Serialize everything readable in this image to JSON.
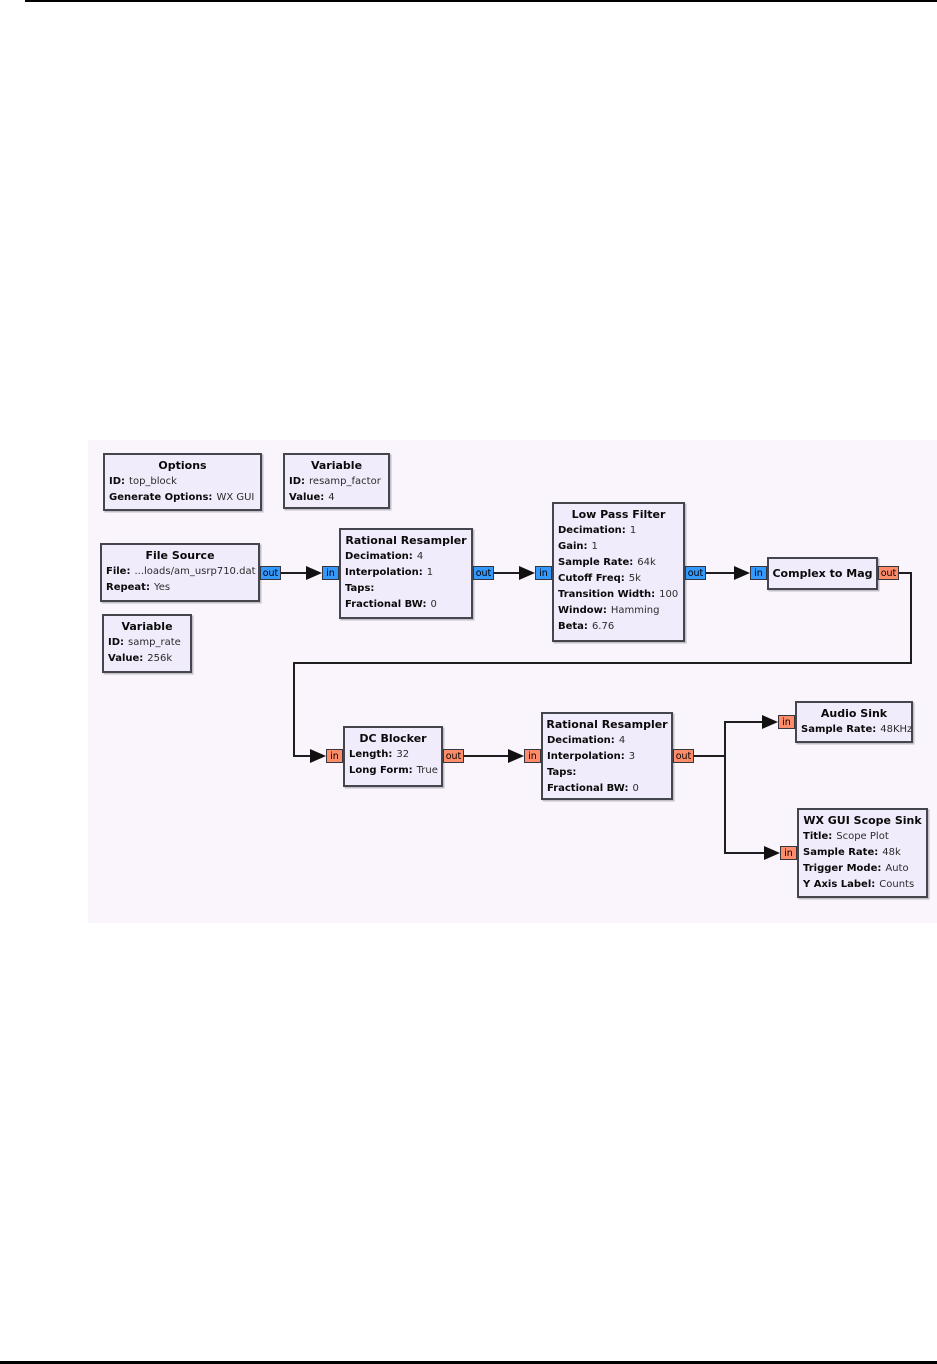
{
  "colors": {
    "canvas_bg": "#FAF4FC",
    "block_fill": "#F1ECFB",
    "block_border": "#45454E",
    "port_complex": "#3399FF",
    "port_float": "#FF8C69",
    "wire": "#1E1E1E"
  },
  "port_labels": {
    "in": "in",
    "out": "out"
  },
  "blocks": {
    "options": {
      "title": "Options",
      "params": [
        {
          "label": "ID:",
          "value": "top_block"
        },
        {
          "label": "Generate Options:",
          "value": "WX GUI"
        }
      ]
    },
    "variable_resamp_factor": {
      "title": "Variable",
      "params": [
        {
          "label": "ID:",
          "value": "resamp_factor"
        },
        {
          "label": "Value:",
          "value": "4"
        }
      ]
    },
    "file_source": {
      "title": "File Source",
      "params": [
        {
          "label": "File:",
          "value": "...loads/am_usrp710.dat"
        },
        {
          "label": "Repeat:",
          "value": "Yes"
        }
      ]
    },
    "variable_samp_rate": {
      "title": "Variable",
      "params": [
        {
          "label": "ID:",
          "value": "samp_rate"
        },
        {
          "label": "Value:",
          "value": "256k"
        }
      ]
    },
    "rational_resampler_1": {
      "title": "Rational Resampler",
      "params": [
        {
          "label": "Decimation:",
          "value": "4"
        },
        {
          "label": "Interpolation:",
          "value": "1"
        },
        {
          "label": "Taps:",
          "value": ""
        },
        {
          "label": "Fractional BW:",
          "value": "0"
        }
      ]
    },
    "low_pass_filter": {
      "title": "Low Pass Filter",
      "params": [
        {
          "label": "Decimation:",
          "value": "1"
        },
        {
          "label": "Gain:",
          "value": "1"
        },
        {
          "label": "Sample Rate:",
          "value": "64k"
        },
        {
          "label": "Cutoff Freq:",
          "value": "5k"
        },
        {
          "label": "Transition Width:",
          "value": "100"
        },
        {
          "label": "Window:",
          "value": "Hamming"
        },
        {
          "label": "Beta:",
          "value": "6.76"
        }
      ]
    },
    "complex_to_mag": {
      "title": "Complex to Mag",
      "params": []
    },
    "dc_blocker": {
      "title": "DC Blocker",
      "params": [
        {
          "label": "Length:",
          "value": "32"
        },
        {
          "label": "Long Form:",
          "value": "True"
        }
      ]
    },
    "rational_resampler_2": {
      "title": "Rational Resampler",
      "params": [
        {
          "label": "Decimation:",
          "value": "4"
        },
        {
          "label": "Interpolation:",
          "value": "3"
        },
        {
          "label": "Taps:",
          "value": ""
        },
        {
          "label": "Fractional BW:",
          "value": "0"
        }
      ]
    },
    "audio_sink": {
      "title": "Audio Sink",
      "params": [
        {
          "label": "Sample Rate:",
          "value": "48KHz"
        }
      ]
    },
    "wx_gui_scope_sink": {
      "title": "WX GUI Scope Sink",
      "params": [
        {
          "label": "Title:",
          "value": "Scope Plot"
        },
        {
          "label": "Sample Rate:",
          "value": "48k"
        },
        {
          "label": "Trigger Mode:",
          "value": "Auto"
        },
        {
          "label": "Y Axis Label:",
          "value": "Counts"
        }
      ]
    }
  }
}
